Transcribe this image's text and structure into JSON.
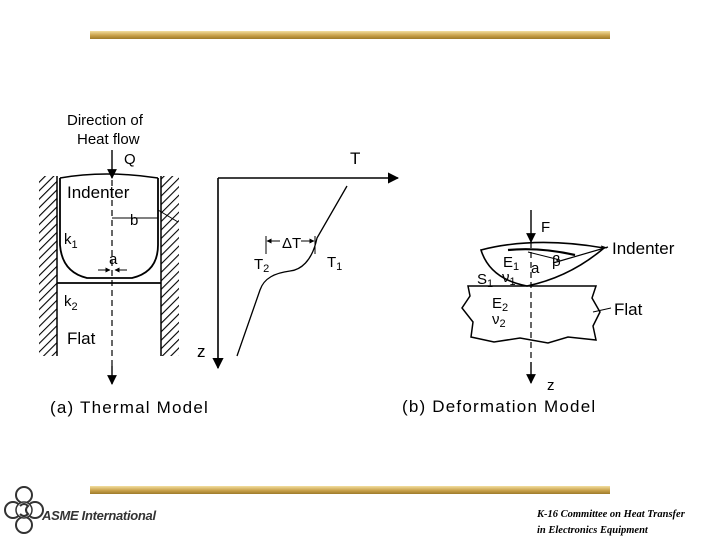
{
  "thermal": {
    "direction_line1": "Direction of",
    "direction_line2": "Heat flow",
    "q_label": "Q",
    "indenter": "Indenter",
    "b_label": "b",
    "k1": "k",
    "k1_sub": "1",
    "a_label": "a",
    "k2": "k",
    "k2_sub": "2",
    "flat": "Flat",
    "caption": "(a) Thermal Model"
  },
  "temperature_plot": {
    "t_axis": "T",
    "z_axis": "z",
    "delta_t": "ΔT",
    "t2": "T",
    "t2_sub": "2",
    "t1": "T",
    "t1_sub": "1"
  },
  "deformation": {
    "f_label": "F",
    "e1": "E",
    "e1_sub": "1",
    "nu1": "ν",
    "nu1_sub": "1",
    "a_label": "a",
    "beta": "β",
    "s1": "S",
    "s1_sub": "1",
    "indenter": "Indenter",
    "e2": "E",
    "e2_sub": "2",
    "nu2": "ν",
    "nu2_sub": "2",
    "flat": "Flat",
    "z_axis": "z",
    "caption": "(b) Deformation Model"
  },
  "footer": {
    "organization": "ASME International",
    "committee_line1": "K-16 Committee on Heat Transfer",
    "committee_line2": "in Electronics Equipment"
  },
  "colors": {
    "bar_gold": "#c9a24b",
    "ink": "#000000"
  }
}
